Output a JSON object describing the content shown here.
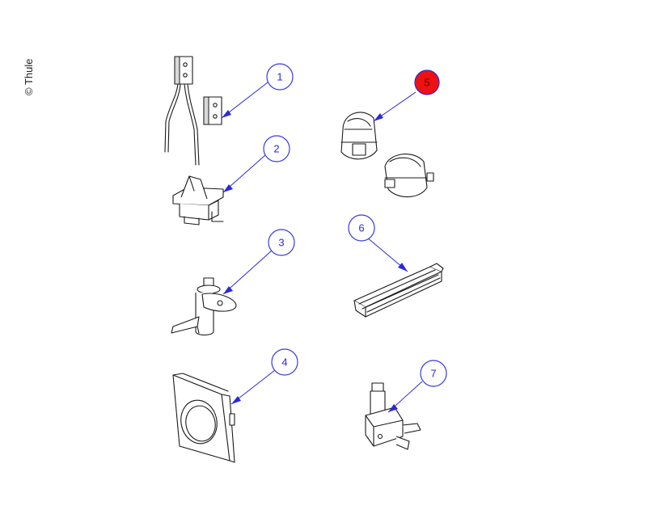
{
  "copyright": "© Thule",
  "callouts": [
    {
      "id": "1",
      "label": "1",
      "selected": false
    },
    {
      "id": "2",
      "label": "2",
      "selected": false
    },
    {
      "id": "3",
      "label": "3",
      "selected": false
    },
    {
      "id": "4",
      "label": "4",
      "selected": false
    },
    {
      "id": "5",
      "label": "5",
      "selected": true
    },
    {
      "id": "6",
      "label": "6",
      "selected": false
    },
    {
      "id": "7",
      "label": "7",
      "selected": false
    }
  ],
  "colors": {
    "callout_stroke": "#3a3ae0",
    "selected_fill": "#ee1111",
    "line_art": "#1a1a1a"
  }
}
